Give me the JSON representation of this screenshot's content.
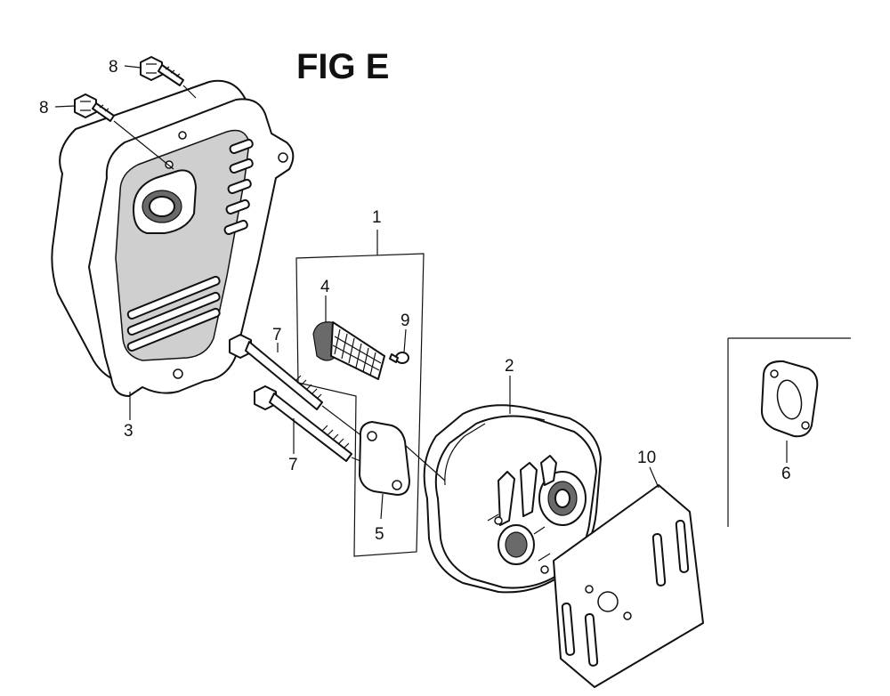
{
  "figure": {
    "title": "FIG E"
  },
  "callouts": {
    "c1": "1",
    "c2": "2",
    "c3": "3",
    "c4": "4",
    "c5": "5",
    "c6": "6",
    "c7a": "7",
    "c7b": "7",
    "c8a": "8",
    "c8b": "8",
    "c9": "9",
    "c10": "10"
  }
}
